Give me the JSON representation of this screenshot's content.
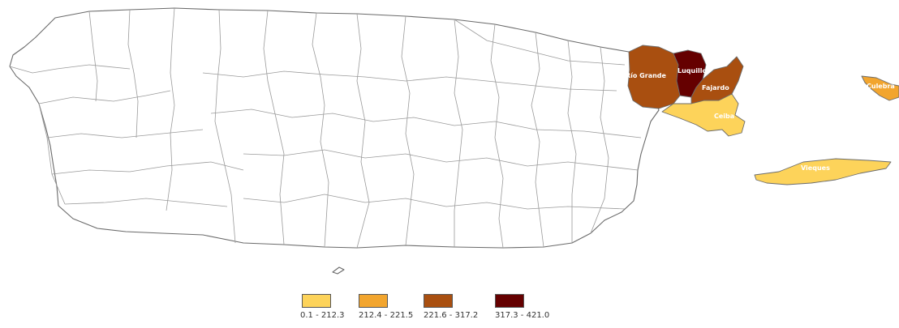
{
  "map": {
    "colors": {
      "class1": "#fdd35a",
      "class2": "#f2a52e",
      "class3": "#a94f10",
      "class4": "#650000",
      "base": "#ffffff",
      "border": "#8a8a8a"
    },
    "regions": [
      {
        "name": "Río Grande",
        "class": "class3"
      },
      {
        "name": "Luquillo",
        "class": "class4"
      },
      {
        "name": "Fajardo",
        "class": "class3"
      },
      {
        "name": "Ceiba",
        "class": "class1"
      },
      {
        "name": "Vieques",
        "class": "class1"
      },
      {
        "name": "Culebra",
        "class": "class2"
      }
    ]
  },
  "legend": {
    "items": [
      {
        "label": "0.1 - 212.3",
        "class": "class1"
      },
      {
        "label": "212.4 - 221.5",
        "class": "class2"
      },
      {
        "label": "221.6 - 317.2",
        "class": "class3"
      },
      {
        "label": "317.3 - 421.0",
        "class": "class4"
      }
    ]
  }
}
